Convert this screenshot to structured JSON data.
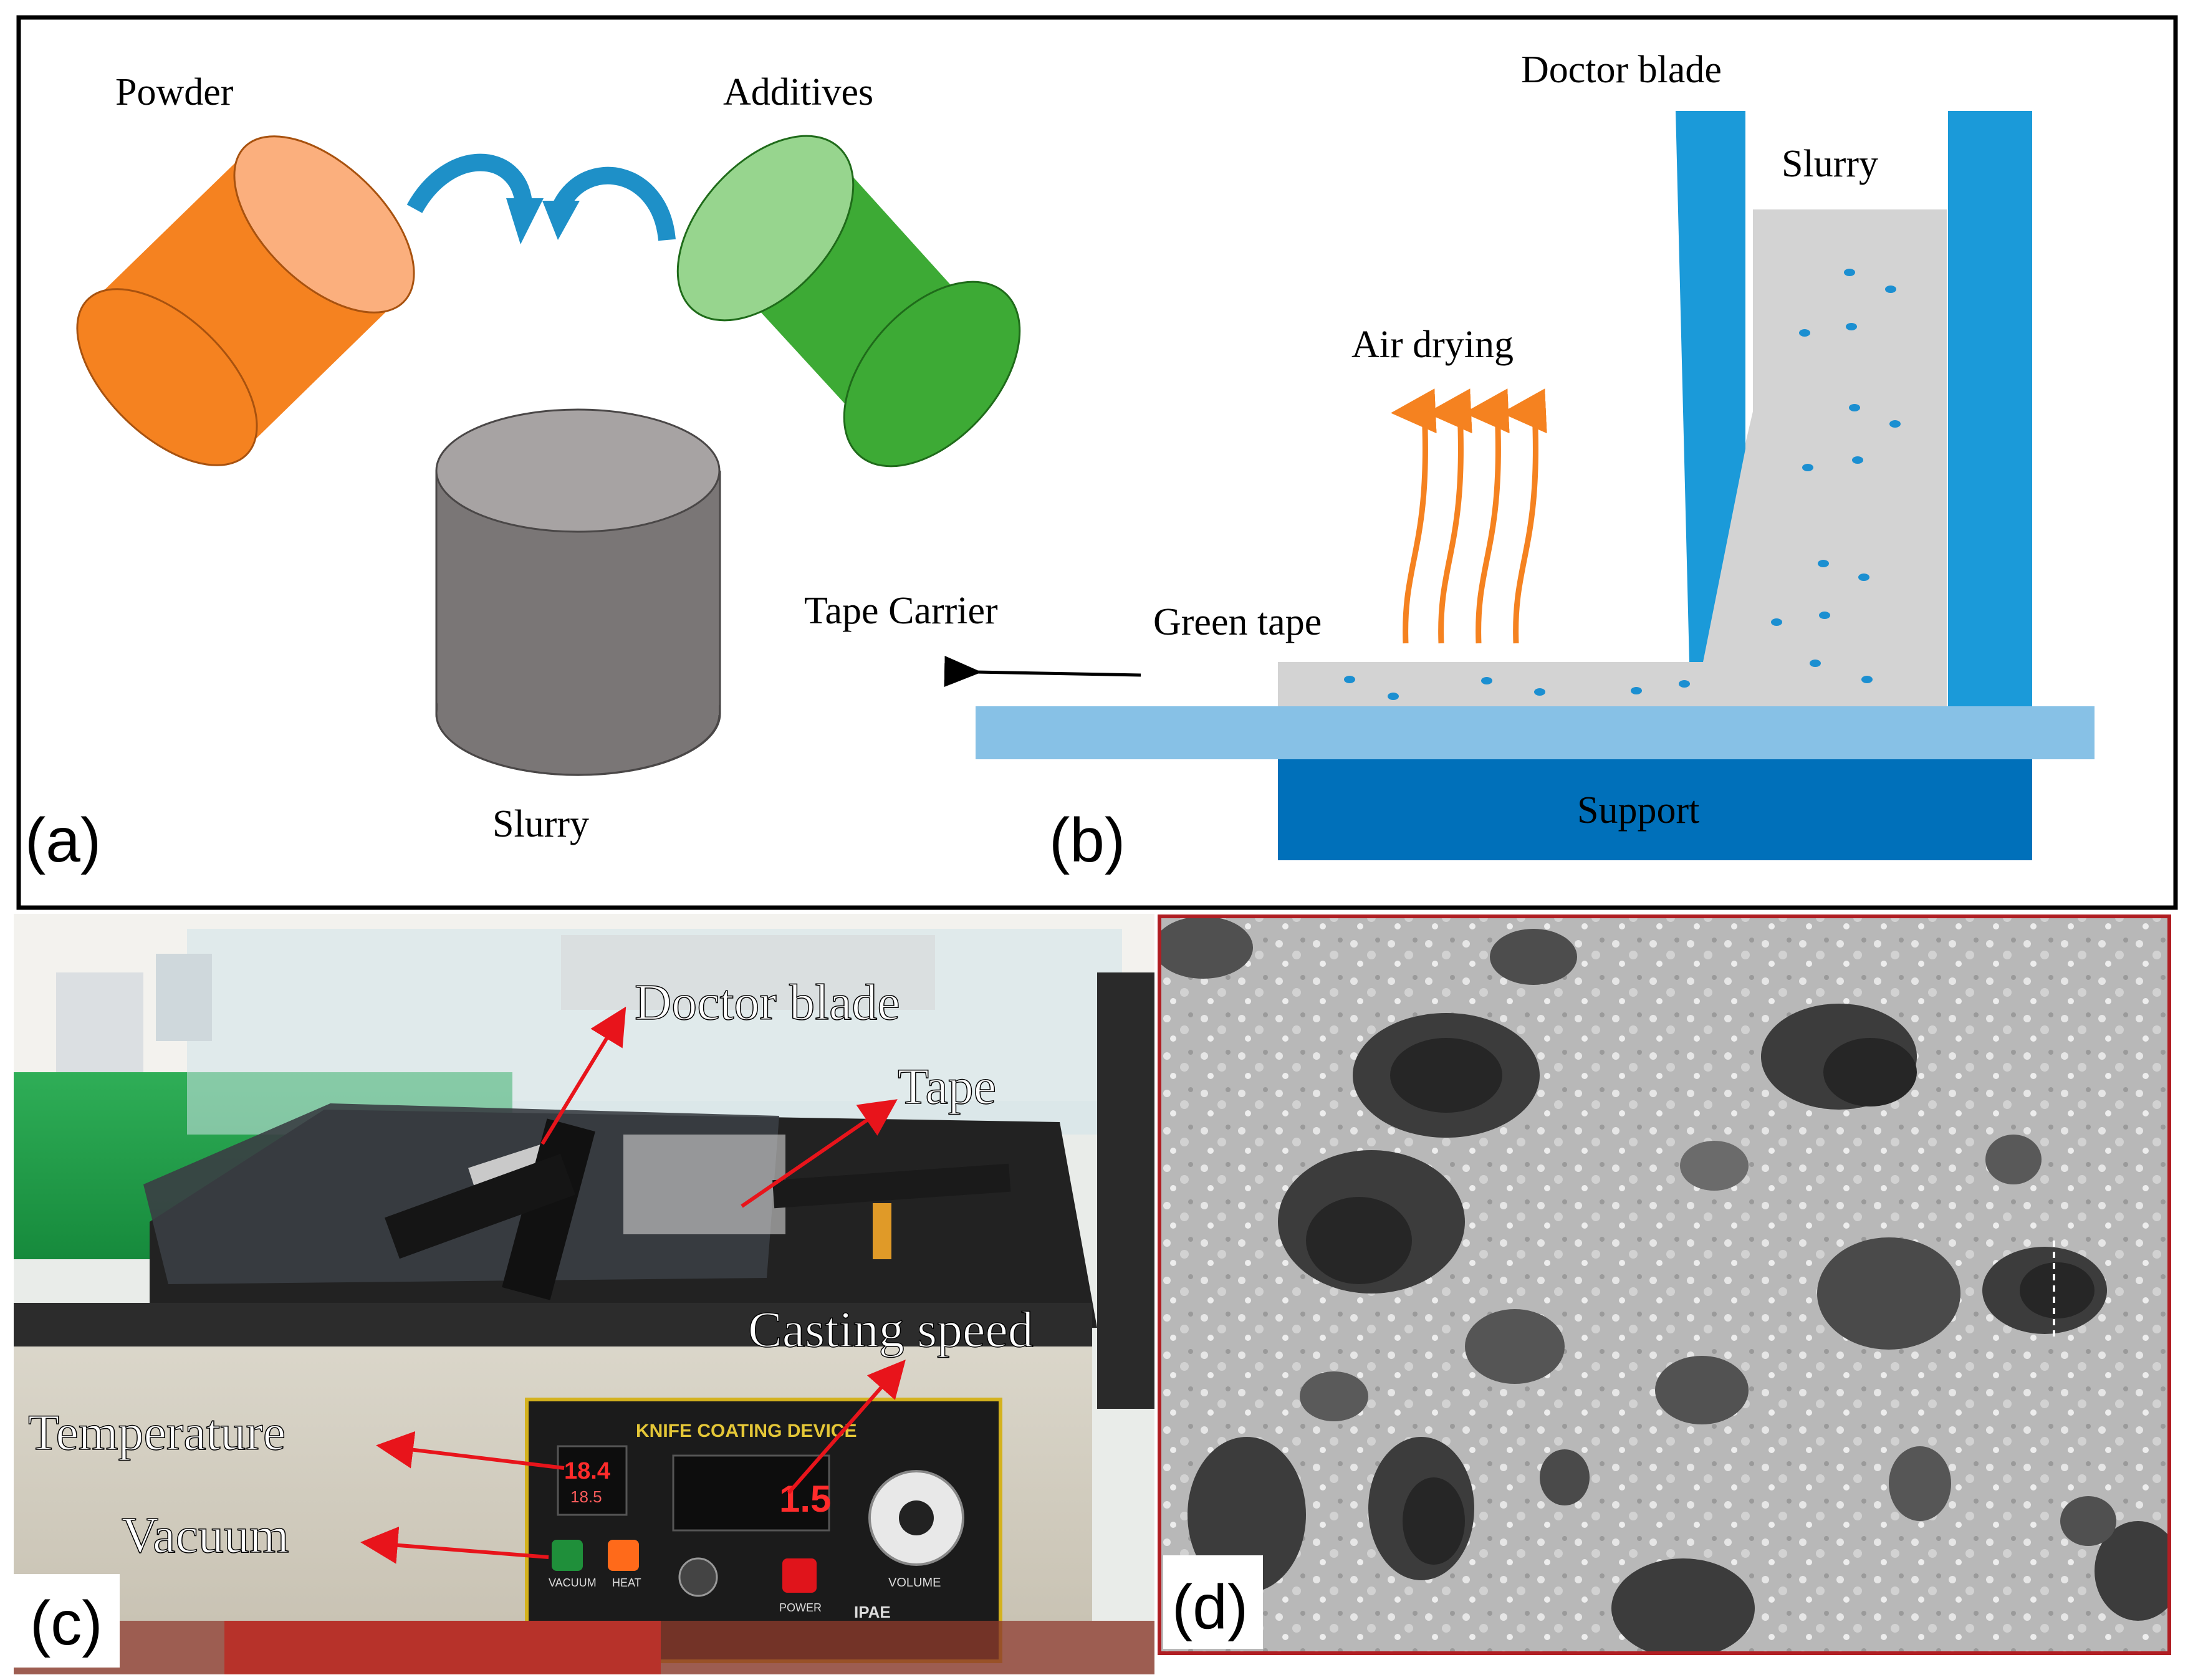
{
  "panel_a": {
    "panel_label": "(a)",
    "powder_label": "Powder",
    "additives_label": "Additives",
    "slurry_label": "Slurry",
    "colors": {
      "powder": "#F58220",
      "additives": "#3DAA35",
      "slurry": "#7A7676",
      "mix_arrow": "#1E90C8"
    }
  },
  "panel_b": {
    "panel_label": "(b)",
    "doctor_blade_label": "Doctor blade",
    "slurry_label": "Slurry",
    "air_drying_label": "Air drying",
    "tape_carrier_label": "Tape Carrier",
    "green_tape_label": "Green tape",
    "support_label": "Support",
    "colors": {
      "blade": "#1B9AD9",
      "slurry": "#D3D3D3",
      "carrier": "#87C1E6",
      "support": "#0070BA",
      "drying_arrow": "#F58220",
      "particle": "#1B8FD1"
    }
  },
  "panel_c": {
    "panel_label": "(c)",
    "doctor_blade_label": "Doctor blade",
    "tape_label": "Tape",
    "casting_speed_label": "Casting speed",
    "temperature_label": "Temperature",
    "vacuum_label": "Vacuum",
    "device_title": "KNIFE COATING DEVICE",
    "temp_display_top": "18.4",
    "temp_display_bottom": "18.5",
    "speed_display": "1.5",
    "vacuum_button": "VACUUM",
    "heat_button": "HEAT",
    "power_button": "POWER",
    "volume_label": "VOLUME",
    "brand_label": "IPAE",
    "pointer_color": "#E8141B"
  },
  "panel_d": {
    "panel_label": "(d)",
    "border_color": "#B01E23"
  }
}
